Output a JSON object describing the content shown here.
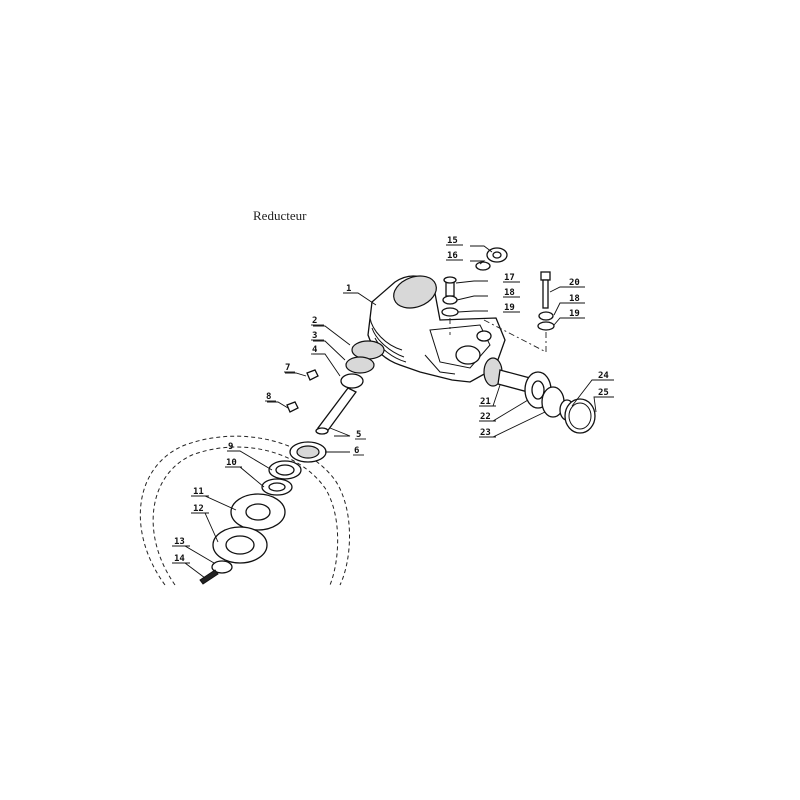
{
  "title": "Reducteur",
  "parts": [
    {
      "id": "p1",
      "label": "1"
    },
    {
      "id": "p2",
      "label": "2"
    },
    {
      "id": "p3",
      "label": "3"
    },
    {
      "id": "p4",
      "label": "4"
    },
    {
      "id": "p5",
      "label": "5"
    },
    {
      "id": "p6",
      "label": "6"
    },
    {
      "id": "p7",
      "label": "7"
    },
    {
      "id": "p8",
      "label": "8"
    },
    {
      "id": "p9",
      "label": "9"
    },
    {
      "id": "p10",
      "label": "10"
    },
    {
      "id": "p11",
      "label": "11"
    },
    {
      "id": "p12",
      "label": "12"
    },
    {
      "id": "p13",
      "label": "13"
    },
    {
      "id": "p14",
      "label": "14"
    },
    {
      "id": "p15",
      "label": "15"
    },
    {
      "id": "p16",
      "label": "16"
    },
    {
      "id": "p17",
      "label": "17"
    },
    {
      "id": "p18a",
      "label": "18"
    },
    {
      "id": "p19a",
      "label": "19"
    },
    {
      "id": "p20",
      "label": "20"
    },
    {
      "id": "p18b",
      "label": "18"
    },
    {
      "id": "p19b",
      "label": "19"
    },
    {
      "id": "p21",
      "label": "21"
    },
    {
      "id": "p22",
      "label": "22"
    },
    {
      "id": "p23",
      "label": "23"
    },
    {
      "id": "p24",
      "label": "24"
    },
    {
      "id": "p25",
      "label": "25"
    }
  ]
}
